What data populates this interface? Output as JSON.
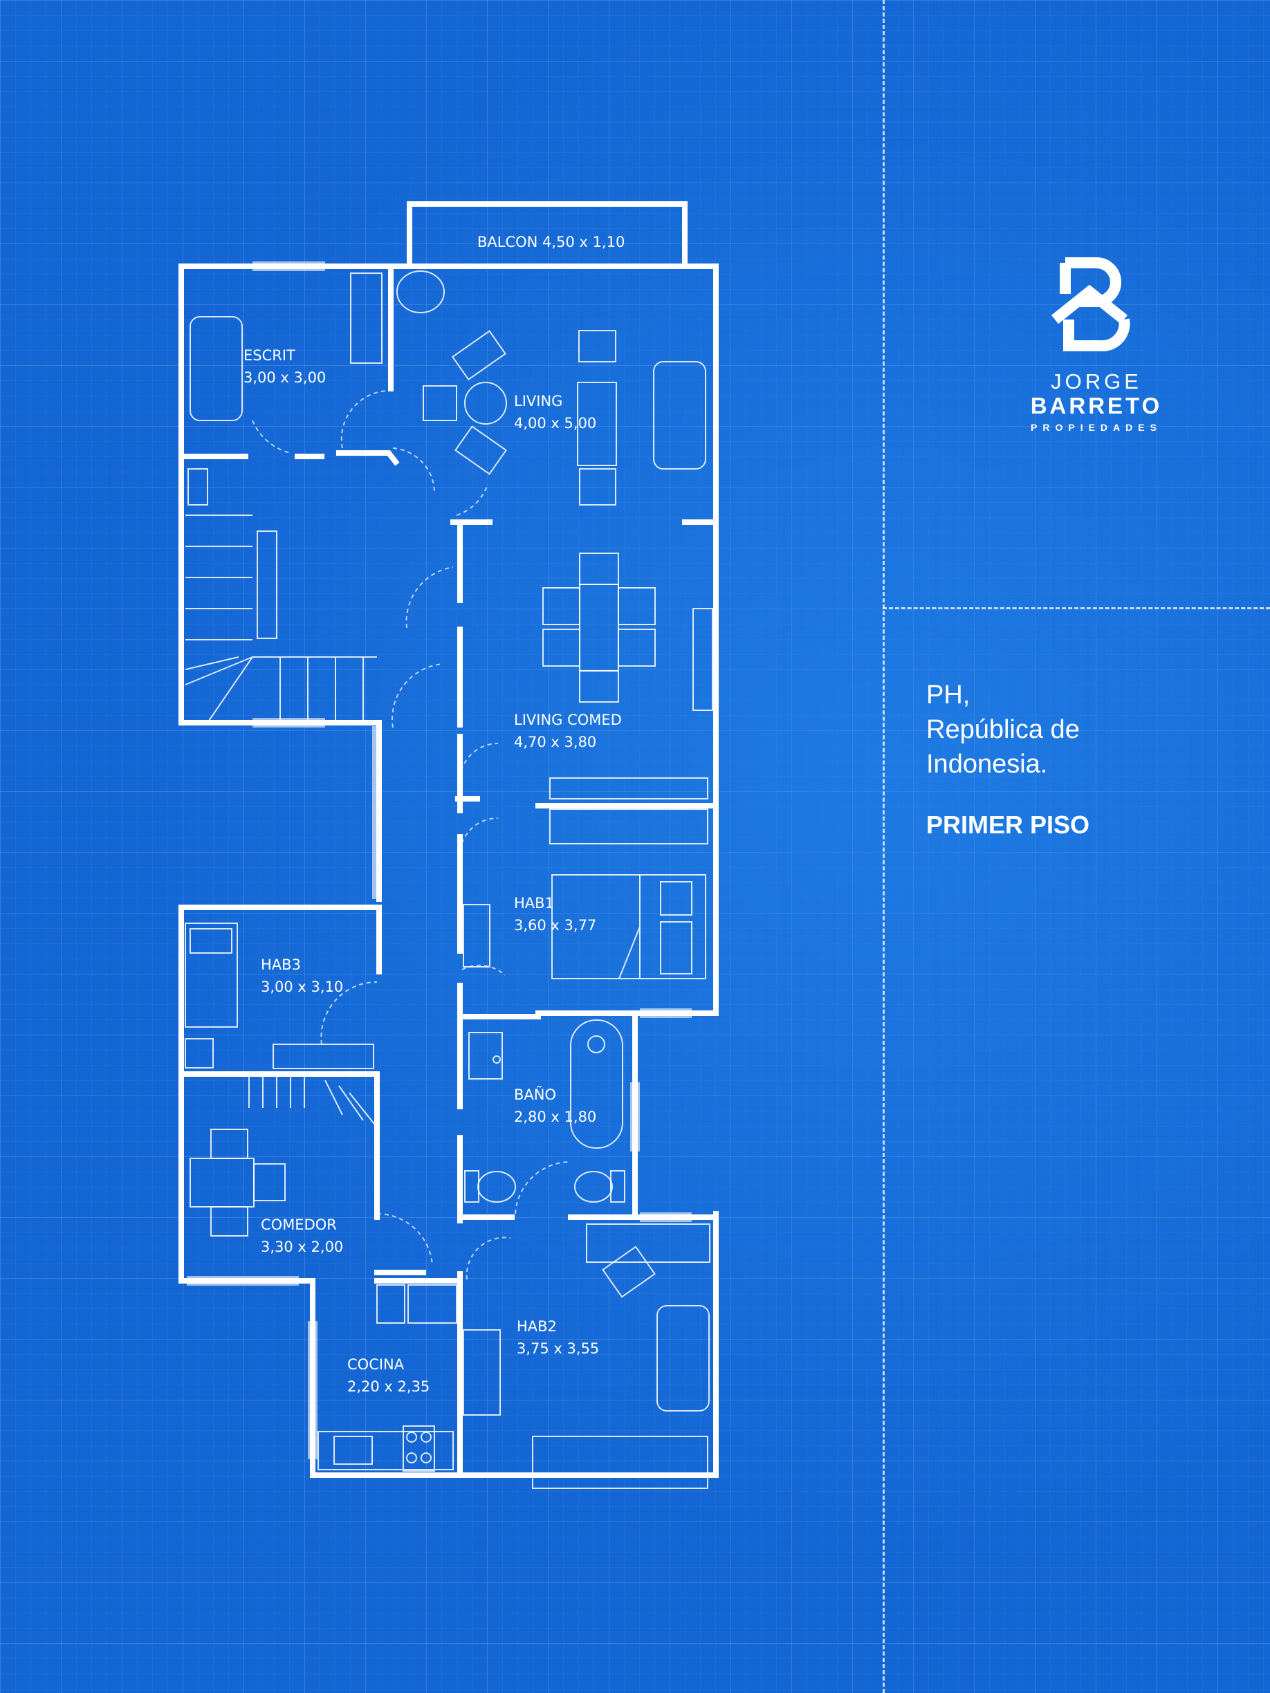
{
  "rooms": {
    "balcon": {
      "label": "BALCON 4,50 x 1,10"
    },
    "escrit": {
      "name": "ESCRIT",
      "dims": "3,00 x 3,00"
    },
    "living": {
      "name": "LIVING",
      "dims": "4,00 x 5,00"
    },
    "living_comed": {
      "name": "LIVING COMED",
      "dims": "4,70 x 3,80"
    },
    "hab1": {
      "name": "HAB1",
      "dims": "3,60 x 3,77"
    },
    "hab3": {
      "name": "HAB3",
      "dims": "3,00 x 3,10"
    },
    "bano": {
      "name": "BAÑO",
      "dims": "2,80 x 1,80"
    },
    "comedor": {
      "name": "COMEDOR",
      "dims": "3,30 x 2,00"
    },
    "hab2": {
      "name": "HAB2",
      "dims": "3,75 x 3,55"
    },
    "cocina": {
      "name": "COCINA",
      "dims": "2,20 x 2,35"
    }
  },
  "logo": {
    "line1": "JORGE",
    "line2": "BARRETO",
    "line3": "PROPIEDADES"
  },
  "info": {
    "line1": "PH,",
    "line2": "República de",
    "line3": "Indonesia.",
    "floor": "PRIMER PISO"
  },
  "colors": {
    "background": "#1466d4",
    "lines": "#ffffff"
  }
}
